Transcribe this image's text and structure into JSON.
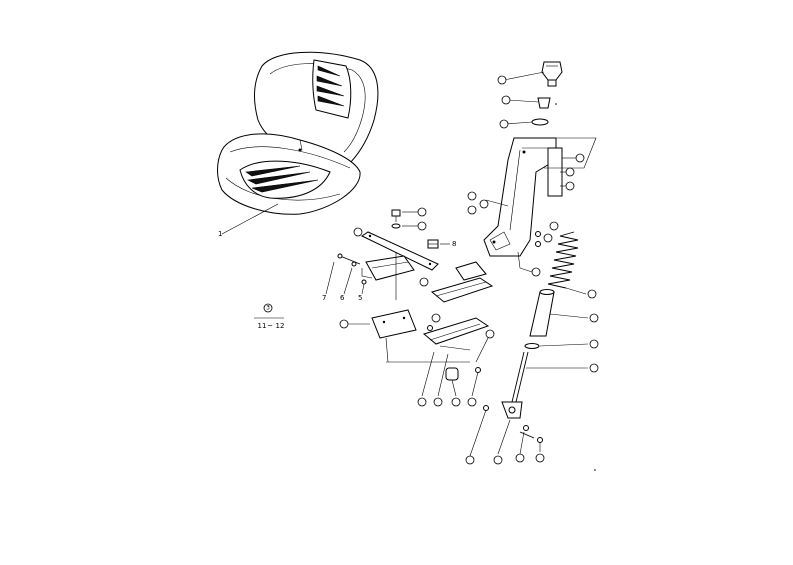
{
  "diagram": {
    "labels": {
      "seat": "1",
      "bolt_8": "8",
      "pin_7": "7",
      "washer_6": "6",
      "screw_5": "5"
    },
    "kit_note": {
      "top": "3",
      "bottom_left": "11",
      "dash": "~",
      "bottom_right": "12"
    }
  }
}
